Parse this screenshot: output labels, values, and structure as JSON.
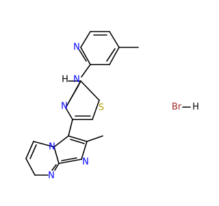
{
  "molecule": {
    "atoms": {
      "n_pyridine": "N",
      "nh": "N",
      "h_amine": "H",
      "n_thiazole": "N",
      "s_thiazole": "S",
      "n_imid_bridge": "N",
      "n_imid": "N",
      "n_pyrim": "N",
      "br": "Br",
      "h_hbr": "H"
    },
    "colors": {
      "nitrogen": "#0000ff",
      "sulfur": "#b2a100",
      "bromine": "#a52a2a",
      "hydrogen": "#000000",
      "bond": "#000000"
    }
  }
}
